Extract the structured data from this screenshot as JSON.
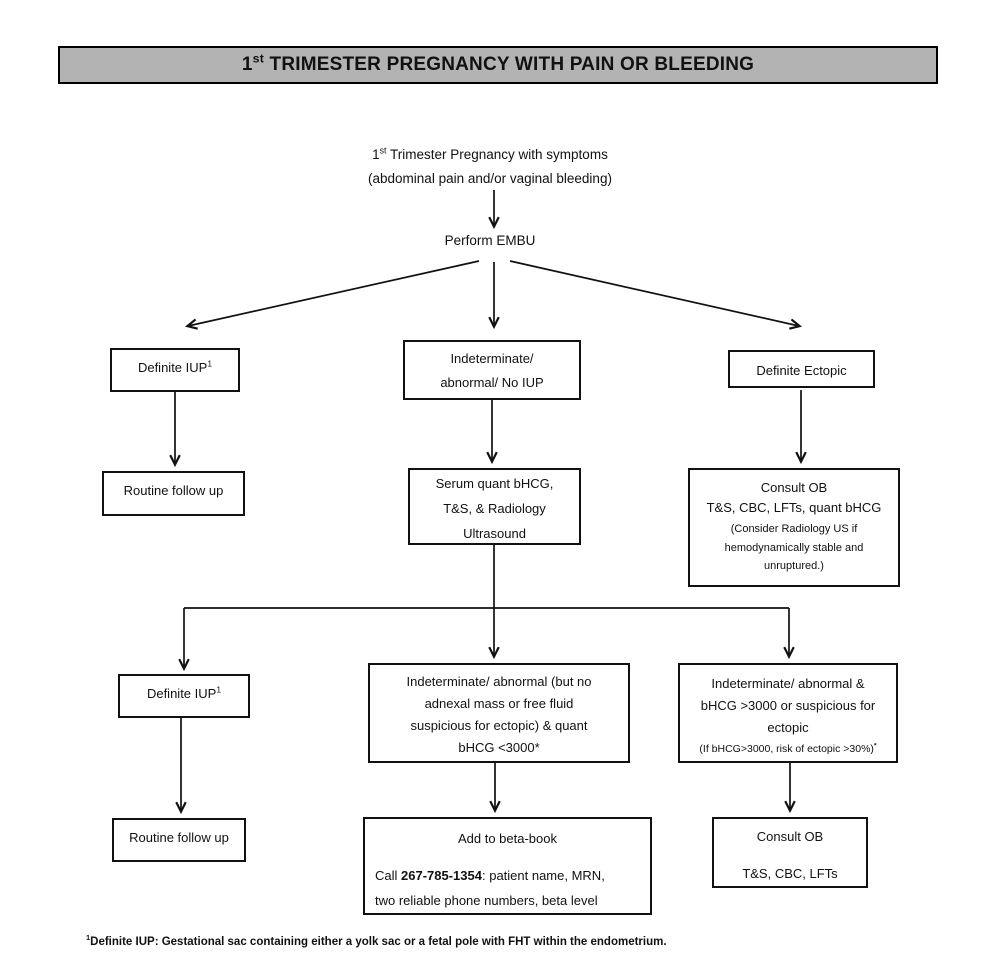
{
  "title": {
    "pre": "1",
    "sup": "st",
    "rest": " TRIMESTER PREGNANCY WITH PAIN OR BLEEDING"
  },
  "intro": {
    "line1_pre": "1",
    "line1_sup": "st",
    "line1_rest": " Trimester Pregnancy with symptoms",
    "line2": "(abdominal pain and/or vaginal bleeding)"
  },
  "perform_label": "Perform EMBU",
  "nodes": {
    "definite_iup_1": {
      "label": "Definite IUP",
      "sup": "1"
    },
    "indeterminate_1": {
      "lines": [
        "Indeterminate/",
        "abnormal/ No IUP"
      ]
    },
    "definite_ectopic": {
      "label": "Definite Ectopic"
    },
    "routine_1": {
      "label": "Routine follow up"
    },
    "serum": {
      "lines": [
        "Serum quant bHCG,",
        "T&S, & Radiology",
        "Ultrasound"
      ]
    },
    "consult_ob_1": {
      "line1": "Consult OB",
      "line2": "T&S, CBC, LFTs, quant bHCG",
      "note_lines": [
        "(Consider Radiology US if",
        "hemodynamically stable and",
        "unruptured.)"
      ]
    },
    "definite_iup_2": {
      "label": "Definite IUP",
      "sup": "1"
    },
    "indeterminate_2": {
      "lines": [
        "Indeterminate/ abnormal (but no",
        "adnexal mass or free fluid",
        "suspicious for ectopic) & quant",
        "bHCG <3000*"
      ]
    },
    "ectopic_risk": {
      "lines": [
        "Indeterminate/ abnormal &",
        "bHCG >3000 or suspicious for",
        "ectopic"
      ],
      "note": "(If bHCG>3000, risk of ectopic >30%)",
      "note_sup": "*"
    },
    "routine_2": {
      "label": "Routine follow up"
    },
    "beta_book": {
      "title": "Add to beta-book",
      "call_pre": "Call ",
      "call_phone": "267-785-1354",
      "call_rest": ": patient name, MRN,",
      "call_line2": "two reliable phone numbers, beta level"
    },
    "consult_ob_2": {
      "line1": "Consult OB",
      "line2": "T&S, CBC, LFTs"
    }
  },
  "footnote": {
    "sup": "1",
    "text": "Definite IUP: Gestational sac containing either a yolk sac or a fetal pole with FHT within the endometrium."
  },
  "colors": {
    "title_bg": "#b3b3b3",
    "line": "#111111"
  }
}
